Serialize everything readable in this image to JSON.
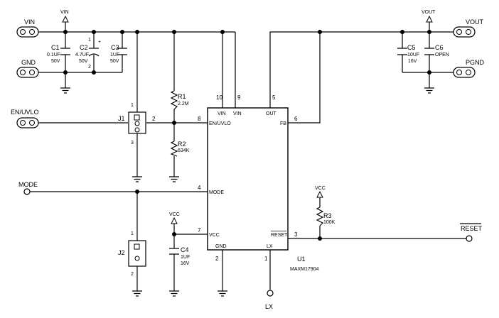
{
  "connectors": {
    "vin_in": "VIN",
    "gnd": "GND",
    "en_uvlo": "EN/UVLO",
    "mode": "MODE",
    "vout": "VOUT",
    "pgnd": "PGND",
    "reset": "RESET",
    "lx": "LX"
  },
  "rails": {
    "vin": "VIN",
    "vout": "VOUT",
    "vcc_r3": "VCC",
    "vcc_c4": "VCC"
  },
  "components": {
    "c1": {
      "ref": "C1",
      "value": "0.1UF",
      "rating": "50V"
    },
    "c2": {
      "ref": "C2",
      "value": "4.7UF",
      "rating": "50V",
      "pin1": "1",
      "pin2": "2",
      "polarity": "+"
    },
    "c3": {
      "ref": "C3",
      "value": "1UF",
      "rating": "50V"
    },
    "c4": {
      "ref": "C4",
      "value": "1UF",
      "rating": "16V"
    },
    "c5": {
      "ref": "C5",
      "value": "10UF",
      "rating": "16V"
    },
    "c6": {
      "ref": "C6",
      "value": "OPEN"
    },
    "r1": {
      "ref": "R1",
      "value": "2.2M"
    },
    "r2": {
      "ref": "R2",
      "value": "634K"
    },
    "r3": {
      "ref": "R3",
      "value": "100K"
    },
    "j1": {
      "ref": "J1",
      "pins": [
        "1",
        "2",
        "3"
      ]
    },
    "j2": {
      "ref": "J2",
      "pins": [
        "1",
        "2"
      ]
    }
  },
  "ic": {
    "ref": "U1",
    "part": "MAXM17904",
    "pins": {
      "vin10": {
        "num": "10",
        "name": "VIN"
      },
      "vin9": {
        "num": "9",
        "name": "VIN"
      },
      "out": {
        "num": "5",
        "name": "OUT"
      },
      "en": {
        "num": "8",
        "name": "EN/UVLO"
      },
      "fb": {
        "num": "6",
        "name": "FB"
      },
      "mode": {
        "num": "4",
        "name": "MODE"
      },
      "vcc": {
        "num": "7",
        "name": "VCC"
      },
      "reset": {
        "num": "3",
        "name": "RESET"
      },
      "gnd": {
        "num": "2",
        "name": "GND"
      },
      "lx": {
        "num": "1",
        "name": "LX"
      }
    }
  }
}
